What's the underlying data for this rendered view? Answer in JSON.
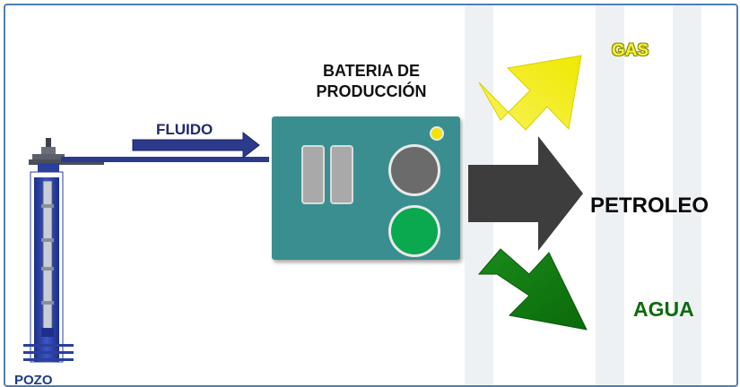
{
  "labels": {
    "battery_title_line1": "BATERIA DE",
    "battery_title_line2": "PRODUCCIÓN",
    "fluido": "FLUIDO",
    "gas": "GAS",
    "petroleo": "PETROLEO",
    "agua": "AGUA",
    "pozo": "POZO"
  },
  "colors": {
    "frame_border": "#4f7fb0",
    "battery": "#3a8e8f",
    "gas_arrow": "#f5f01e",
    "petroleo_arrow": "#3d3d3d",
    "agua_arrow": "#0f7a0f",
    "fluido_arrow": "#2c3a8c",
    "well_casing": "#2a3f9e",
    "pipe": "#2c3a8c"
  },
  "icons": {
    "battery_gauge_small": "yellow-indicator-icon",
    "battery_gauge_gray": "gray-gauge-icon",
    "battery_gauge_green": "green-gauge-icon"
  }
}
